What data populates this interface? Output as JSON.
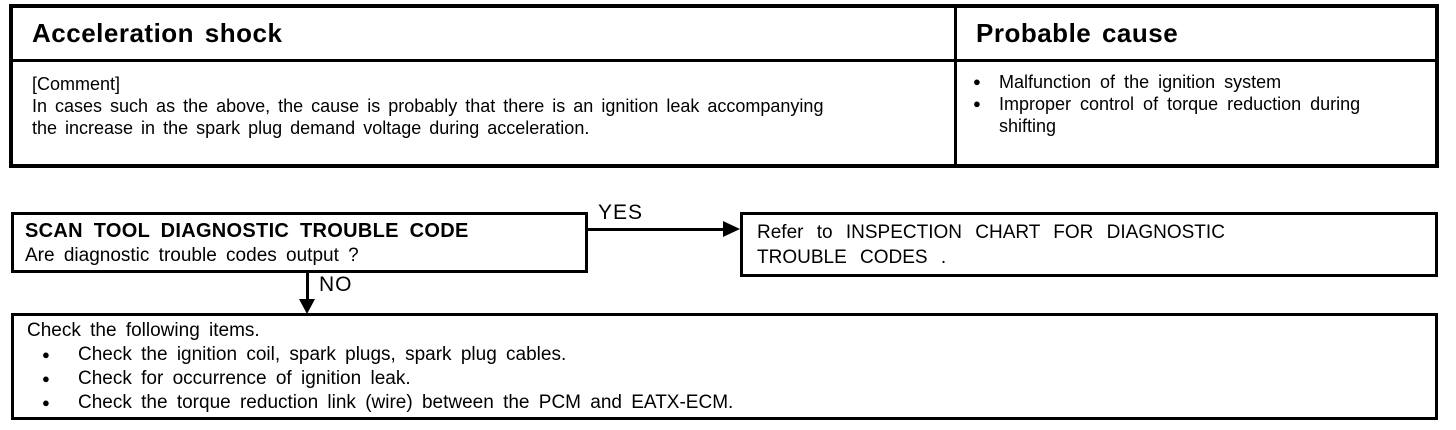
{
  "page": {
    "background_color": "#ffffff",
    "ink_color": "#000000"
  },
  "icons": {
    "bullet_glyph": "●"
  },
  "table": {
    "header": {
      "left": "Acceleration shock",
      "right": "Probable cause"
    },
    "comment": {
      "label": "[Comment]",
      "lines": [
        "In cases such as the above, the cause is probably that there is an ignition leak accompanying",
        "the increase in the spark plug demand voltage during acceleration."
      ]
    },
    "probable_causes": [
      "Malfunction of the ignition system",
      "Improper control of torque reduction during shifting"
    ]
  },
  "flowchart": {
    "question_box": {
      "title": "SCAN TOOL DIAGNOSTIC TROUBLE CODE",
      "question": "Are diagnostic trouble codes output ?"
    },
    "yes_label": "YES",
    "no_label": "NO",
    "refer_box": {
      "lines": [
        "Refer to INSPECTION CHART FOR DIAGNOSTIC",
        "TROUBLE CODES ."
      ]
    },
    "check_box": {
      "intro": "Check the following items.",
      "items": [
        "Check the ignition coil, spark plugs, spark plug cables.",
        "Check for occurrence of ignition leak.",
        "Check the torque reduction link (wire) between the PCM and EATX-ECM."
      ]
    }
  }
}
